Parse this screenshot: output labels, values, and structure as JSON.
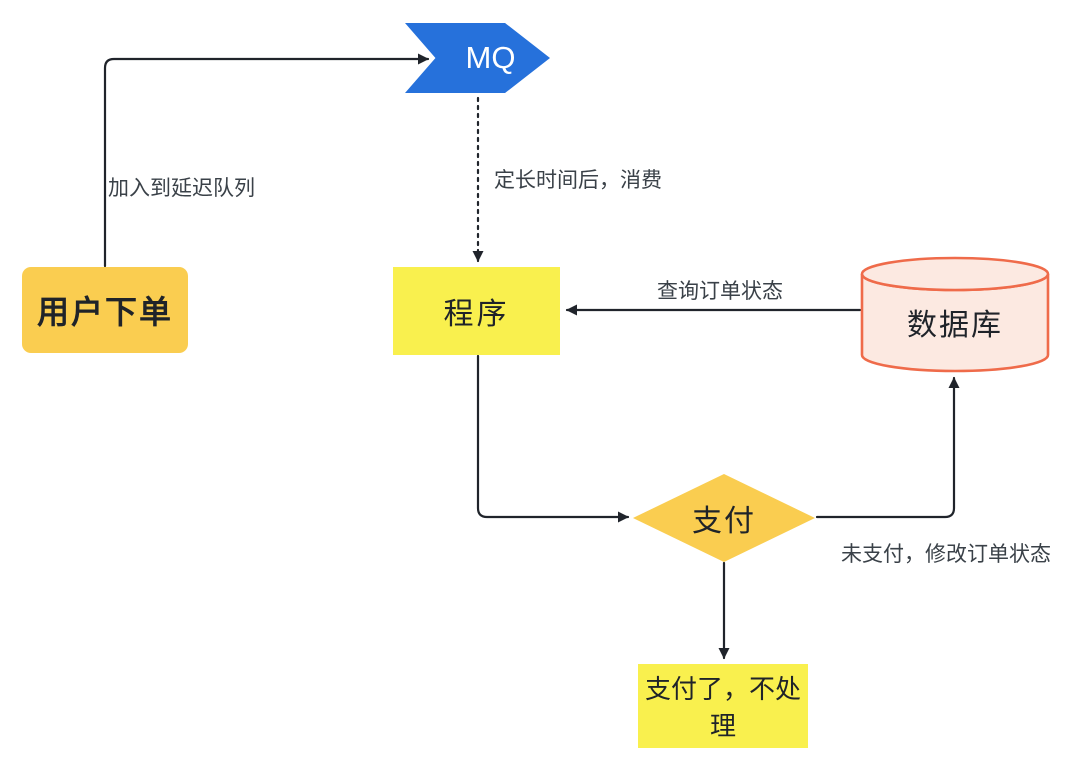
{
  "diagram": {
    "title_implicit": "delayed-queue-order-timeout-flow",
    "nodes": {
      "user_order": {
        "label": "用户下单",
        "shape": "rounded-rect",
        "fill": "#FACD50",
        "text_color": "#1F2329"
      },
      "mq": {
        "label": "MQ",
        "shape": "ribbon-arrow-right",
        "fill": "#2671DB",
        "text_color": "#FFFFFF"
      },
      "program": {
        "label": "程序",
        "shape": "rect",
        "fill": "#F9F04E",
        "text_color": "#1F2329"
      },
      "database": {
        "label": "数据库",
        "shape": "cylinder",
        "fill": "#FCE9E1",
        "stroke": "#EF6B4A",
        "text_color": "#1F2329"
      },
      "payment": {
        "label": "支付",
        "shape": "diamond",
        "fill": "#FACD50",
        "text_color": "#1F2329"
      },
      "paid_no_action": {
        "label": "支付了，不处理",
        "shape": "rect",
        "fill": "#F9F04E",
        "text_color": "#1F2329"
      }
    },
    "edges": {
      "user_order_to_mq": {
        "label": "加入到延迟队列",
        "style": "solid",
        "from": "user_order",
        "to": "mq"
      },
      "mq_to_program": {
        "label": "定长时间后，消费",
        "style": "dashed",
        "from": "mq",
        "to": "program"
      },
      "database_to_program": {
        "label": "查询订单状态",
        "style": "solid",
        "from": "database",
        "to": "program"
      },
      "program_to_payment": {
        "label": "",
        "style": "solid",
        "from": "program",
        "to": "payment"
      },
      "payment_to_database": {
        "label": "未支付，修改订单状态",
        "style": "solid",
        "from": "payment",
        "to": "database"
      },
      "payment_to_paid": {
        "label": "",
        "style": "solid",
        "from": "payment",
        "to": "paid_no_action"
      }
    },
    "colors": {
      "background": "#FFFFFF",
      "line": "#20242B",
      "edge_label_text": "#3A4148",
      "amber": "#FACD50",
      "yellow": "#F9F04E",
      "blue": "#2671DB",
      "database_fill": "#FCE9E1",
      "database_stroke": "#EF6B4A"
    }
  }
}
